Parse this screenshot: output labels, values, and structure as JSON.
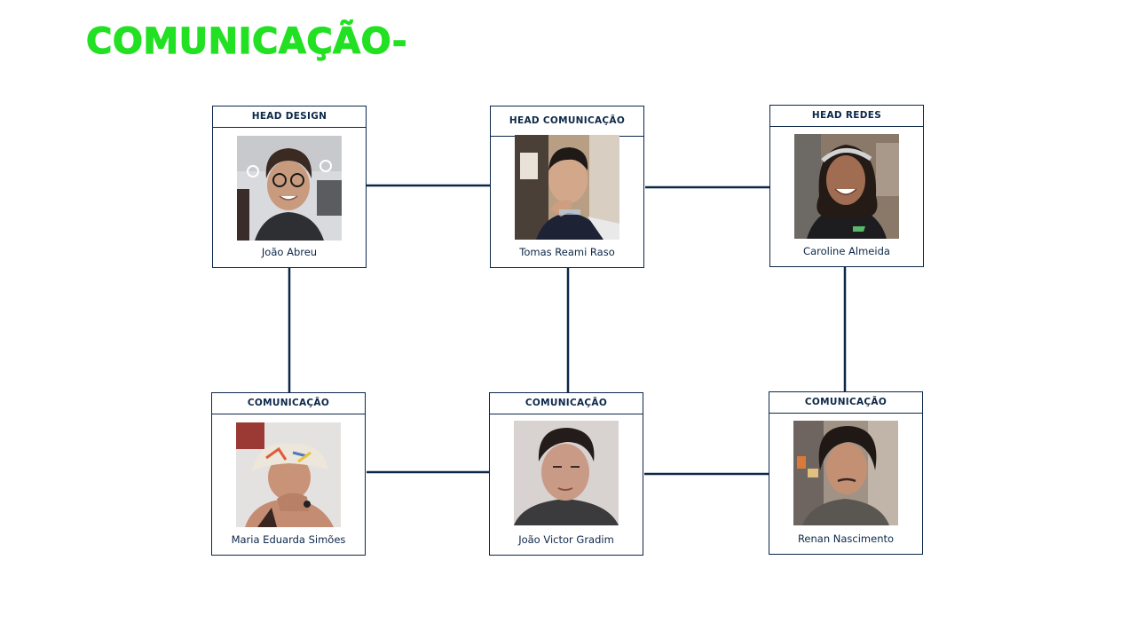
{
  "page": {
    "title": "COMUNICAÇÃO-",
    "accent_color": "#22e022",
    "line_color": "#0c2748"
  },
  "members": [
    {
      "role": "HEAD DESIGN",
      "name": "João Abreu"
    },
    {
      "role": "HEAD COMUNICAÇÃO",
      "name": "Tomas Reami Raso"
    },
    {
      "role": "HEAD REDES",
      "name": "Caroline Almeida"
    },
    {
      "role": "COMUNICAÇÃO",
      "name": "Maria Eduarda Simões"
    },
    {
      "role": "COMUNICAÇÃO",
      "name": "João Victor Gradim"
    },
    {
      "role": "COMUNICAÇÃO",
      "name": "Renan Nascimento"
    }
  ]
}
